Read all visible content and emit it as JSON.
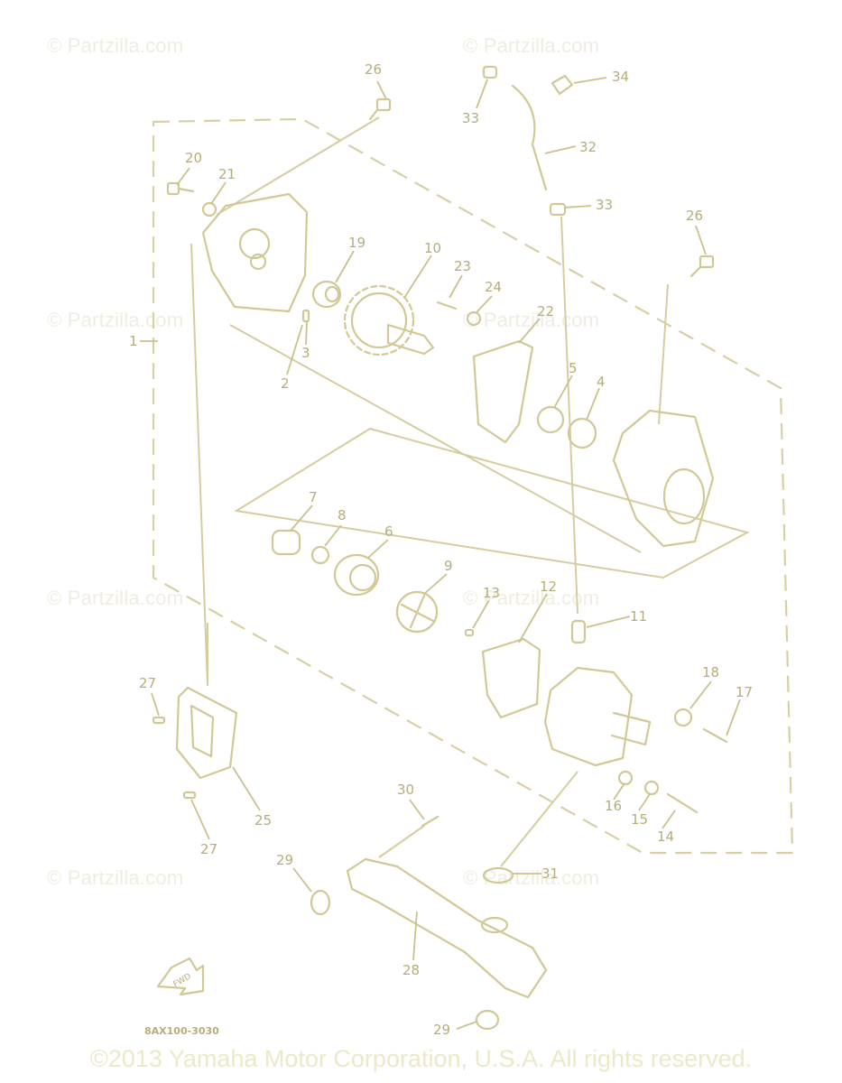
{
  "watermarks": [
    "© Partzilla.com",
    "© Partzilla.com",
    "© Partzilla.com",
    "© Partzilla.com",
    "© Partzilla.com",
    "© Partzilla.com",
    "© Partzilla.com",
    "© Partzilla.com"
  ],
  "copyright": "©2013 Yamaha Motor Corporation, U.S.A. All rights reserved.",
  "diagram_code": "8AX100-3030",
  "arrow_label": "FWD",
  "callouts": [
    "26",
    "33",
    "34",
    "32",
    "20",
    "21",
    "33",
    "26",
    "19",
    "10",
    "23",
    "24",
    "22",
    "1",
    "3",
    "2",
    "5",
    "4",
    "7",
    "8",
    "6",
    "9",
    "13",
    "12",
    "11",
    "27",
    "18",
    "17",
    "25",
    "16",
    "15",
    "14",
    "27",
    "30",
    "29",
    "31",
    "28",
    "29"
  ]
}
